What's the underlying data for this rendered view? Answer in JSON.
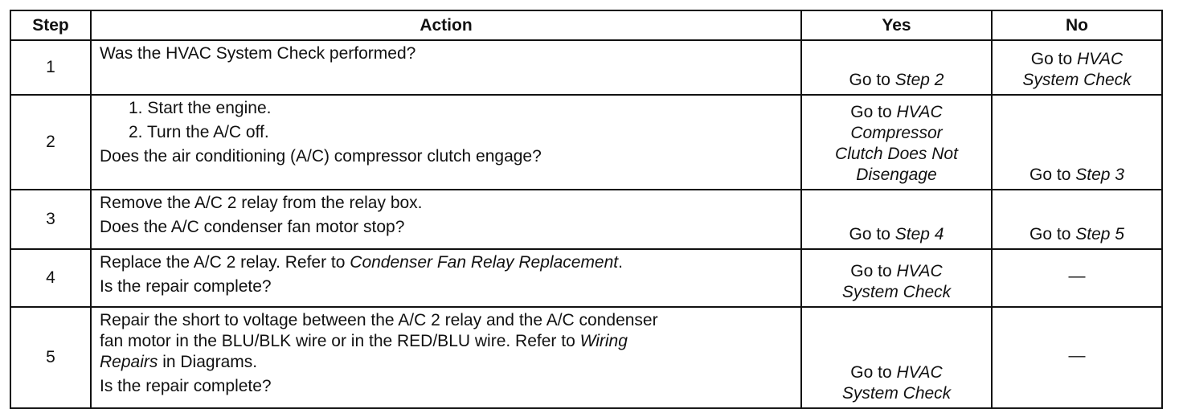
{
  "table": {
    "headers": {
      "step": "Step",
      "action": "Action",
      "yes": "Yes",
      "no": "No"
    },
    "rows": [
      {
        "step": "1",
        "action": {
          "question": "Was the HVAC System Check performed?"
        },
        "yes": {
          "prefix": "Go to ",
          "target": "Step 2"
        },
        "no": {
          "prefix": "Go to ",
          "target_line1": "HVAC",
          "target_line2": "System Check"
        }
      },
      {
        "step": "2",
        "action": {
          "steps": [
            "1. Start the engine.",
            "2. Turn the A/C off."
          ],
          "question": "Does the air conditioning (A/C) compressor clutch engage?"
        },
        "yes": {
          "prefix": "Go to ",
          "target_line1": "HVAC",
          "target_line2": "Compressor",
          "target_line3": "Clutch Does Not",
          "target_line4": "Disengage"
        },
        "no": {
          "prefix": "Go to ",
          "target": "Step 3"
        }
      },
      {
        "step": "3",
        "action": {
          "instruction": "Remove the A/C 2 relay from the relay box.",
          "question": "Does the A/C condenser fan motor stop?"
        },
        "yes": {
          "prefix": "Go to ",
          "target": "Step 4"
        },
        "no": {
          "prefix": "Go to ",
          "target": "Step 5"
        }
      },
      {
        "step": "4",
        "action": {
          "instruction": "Replace the A/C 2 relay. Refer to ",
          "reference": "Condenser Fan Relay Replacement",
          "instruction_end": ".",
          "question": "Is the repair complete?"
        },
        "yes": {
          "prefix": "Go to ",
          "target_line1": "HVAC",
          "target_line2": "System Check"
        },
        "no": {
          "value": "—"
        }
      },
      {
        "step": "5",
        "action": {
          "instruction_line1": "Repair the short to voltage between the A/C 2 relay and the A/C condenser",
          "instruction_line2": "fan motor in the BLU/BLK wire or in the RED/BLU wire. Refer to ",
          "reference_part1": "Wiring",
          "reference_part2": "Repairs",
          "instruction_end": " in Diagrams.",
          "question": "Is the repair complete?"
        },
        "yes": {
          "prefix": "Go to ",
          "target_line1": "HVAC",
          "target_line2": "System Check"
        },
        "no": {
          "value": "—"
        }
      }
    ]
  }
}
